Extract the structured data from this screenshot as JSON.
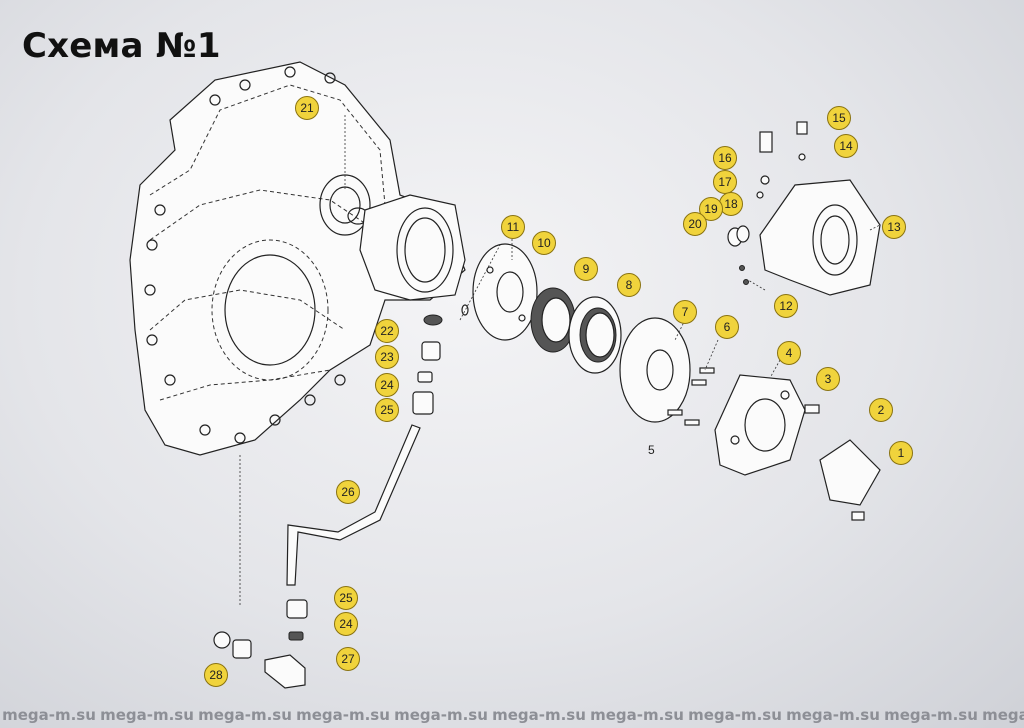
{
  "title": "Схема №1",
  "callouts": [
    "1",
    "2",
    "3",
    "4",
    "5",
    "6",
    "7",
    "8",
    "9",
    "10",
    "11",
    "12",
    "13",
    "14",
    "15",
    "16",
    "17",
    "18",
    "19",
    "20",
    "21",
    "22",
    "23",
    "24",
    "25",
    "26",
    "24",
    "25",
    "27",
    "28"
  ],
  "watermark": [
    "mega-m.su",
    "mega-m.su",
    "mega-m.su",
    "mega-m.su",
    "mega-m.su",
    "mega-m.su",
    "mega-m.su",
    "mega-m.su",
    "mega-m.su",
    "mega-m.su",
    "mega-m.su"
  ],
  "colors": {
    "callout_fill": "#f0d33c",
    "line": "#222222"
  }
}
